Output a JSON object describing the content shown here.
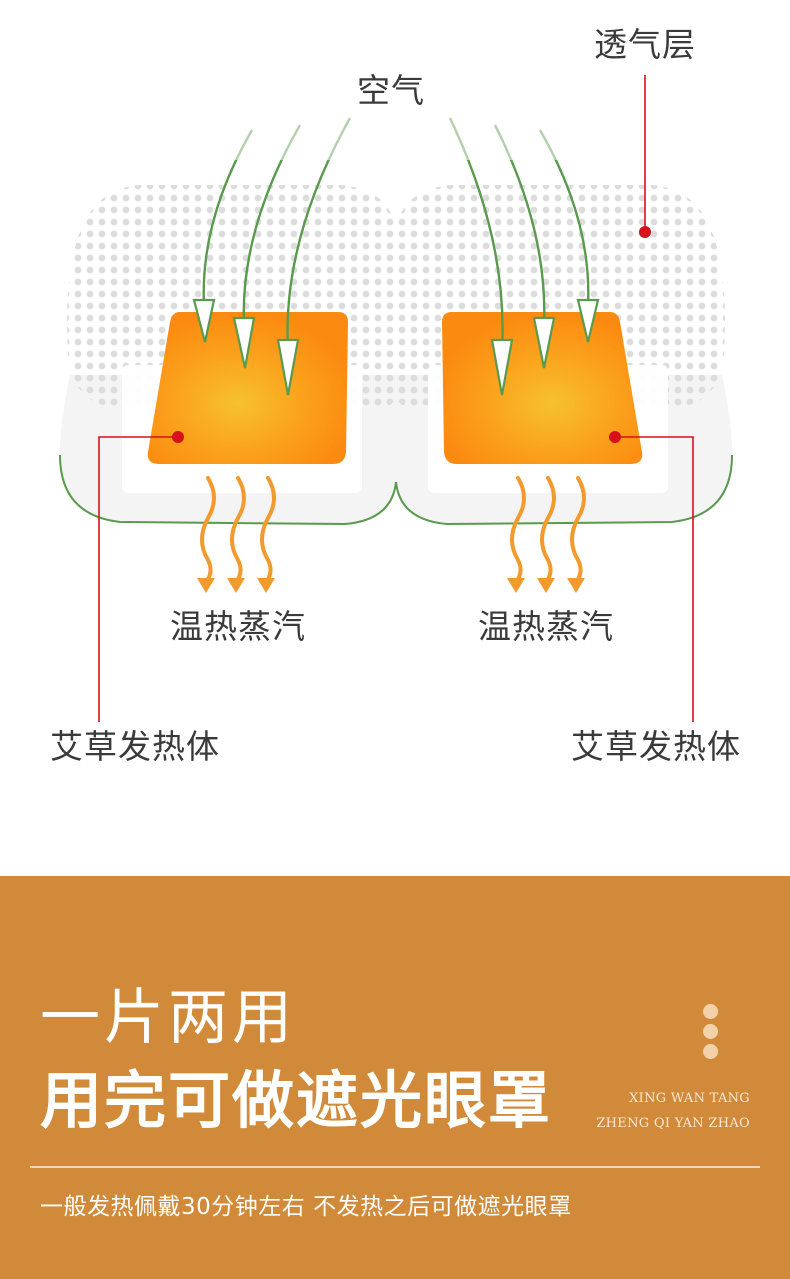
{
  "diagram": {
    "labels": {
      "air": "空气",
      "breathable_layer": "透气层",
      "steam_left": "温热蒸汽",
      "steam_right": "温热蒸汽",
      "heater_left": "艾草发热体",
      "heater_right": "艾草发热体"
    },
    "colors": {
      "heater": "#fb8a10",
      "heater_core": "#f6c22c",
      "steam": "#f29a2e",
      "outline": "#5a9a4e",
      "pointer": "#d8101b"
    },
    "icons": [
      "air-arrow-icon",
      "steam-arrow-icon",
      "pointer-dot-icon"
    ]
  },
  "banner": {
    "headline": "一片两用",
    "subheadline": "用完可做遮光眼罩",
    "brand_line_1": "XING WAN TANG",
    "brand_line_2": "ZHENG QI YAN ZHAO",
    "description": "一般发热佩戴30分钟左右 不发热之后可做遮光眼罩",
    "color": "#d08a3a"
  }
}
